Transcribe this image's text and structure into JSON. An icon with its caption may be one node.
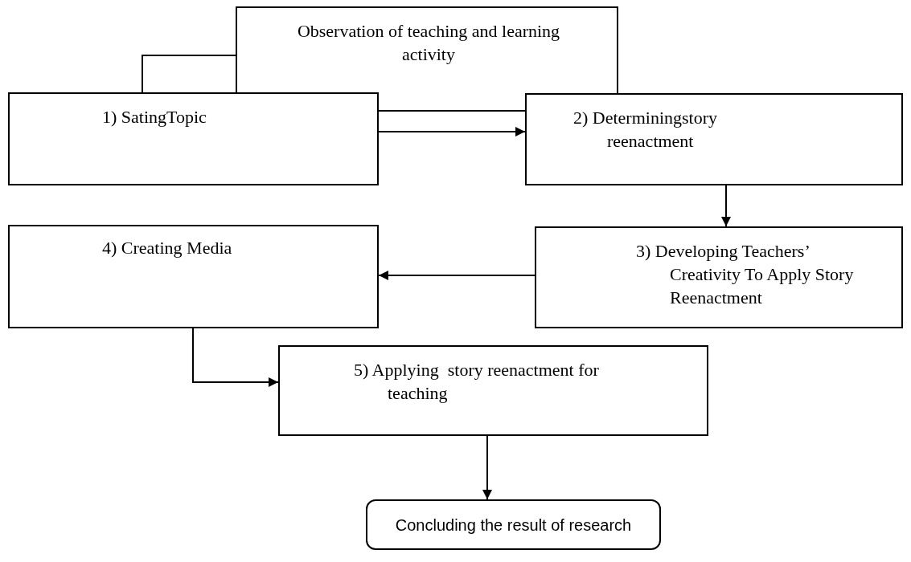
{
  "diagram": {
    "nodes": [
      {
        "text": [
          "Observation of teaching and learning activity"
        ]
      },
      {
        "text": [
          "1) SatingTopic"
        ]
      },
      {
        "text": [
          "2) Determiningstory reenactment"
        ]
      },
      {
        "text": [
          "3) Developing Teachers’ Creativity To Apply Story Reenactment"
        ]
      },
      {
        "text": [
          "4) Creating Media"
        ]
      },
      {
        "text": [
          "5) Applying  story reenactment for teaching"
        ]
      },
      {
        "text": [
          "Concluding the result of research"
        ]
      }
    ],
    "edges": [
      {
        "from": 0,
        "to": 1,
        "arrow": "none"
      },
      {
        "from": 1,
        "to": 2,
        "arrow": "none"
      },
      {
        "from": 1,
        "to": 2,
        "arrow": "to"
      },
      {
        "from": 2,
        "to": 3,
        "arrow": "to"
      },
      {
        "from": 3,
        "to": 4,
        "arrow": "to"
      },
      {
        "from": 4,
        "to": 5,
        "arrow": "to"
      },
      {
        "from": 5,
        "to": 6,
        "arrow": "to"
      }
    ]
  }
}
